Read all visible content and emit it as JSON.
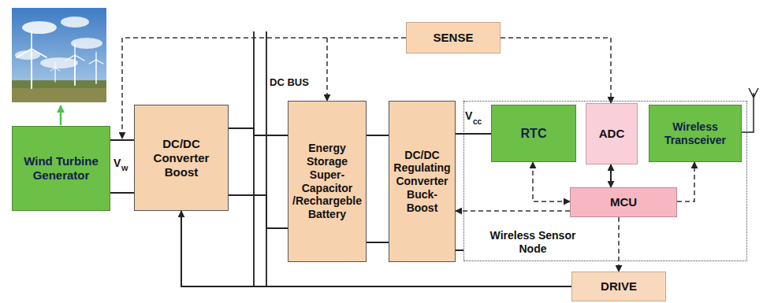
{
  "diagram": {
    "nodes": [
      {
        "text": [
          "SENSE"
        ]
      },
      {
        "text": [
          "Wind Turbine Generator"
        ]
      },
      {
        "text": [
          "DC/DC Converter Boost"
        ]
      },
      {
        "text": [
          "Energy Storage Super-Capacitor /Rechargeble Battery"
        ]
      },
      {
        "text": [
          "DC/DC Regulating Converter Buck-Boost"
        ]
      },
      {
        "text": [
          "Wireless Sensor Node"
        ]
      },
      {
        "text": [
          "RTC"
        ],
        "in": 5
      },
      {
        "text": [
          "ADC"
        ],
        "in": 5
      },
      {
        "text": [
          "Wireless Transceiver"
        ],
        "in": 5
      },
      {
        "text": [
          "MCU"
        ],
        "in": 5
      },
      {
        "text": [
          "DRIVE"
        ]
      }
    ],
    "edges": [
      {
        "from": 1,
        "to": 2,
        "arrow": "none"
      },
      {
        "from": 1,
        "to": 2,
        "arrow": "none"
      },
      {
        "from": 2,
        "to": 3,
        "arrow": "none"
      },
      {
        "from": 2,
        "to": 3,
        "arrow": "none"
      },
      {
        "from": 3,
        "to": 4,
        "arrow": "none"
      },
      {
        "from": 3,
        "to": 4,
        "arrow": "none"
      },
      {
        "from": 4,
        "to": 6,
        "arrow": "none"
      },
      {
        "from": 4,
        "to": 5,
        "arrow": "none"
      },
      {
        "from": 0,
        "to": 3,
        "arrow": "to"
      },
      {
        "from": 0,
        "to": 7,
        "arrow": "to"
      },
      {
        "from": 7,
        "to": 9,
        "arrow": "both"
      },
      {
        "from": 9,
        "to": 6,
        "arrow": "both"
      },
      {
        "from": 9,
        "to": 8,
        "arrow": "to"
      },
      {
        "from": 9,
        "to": 4,
        "arrow": "to"
      },
      {
        "from": 9,
        "to": 10,
        "arrow": "to"
      },
      {
        "from": 10,
        "to": 2,
        "arrow": "to"
      }
    ],
    "labels": [
      "DC BUS",
      "V",
      "W",
      "V",
      "cc"
    ]
  }
}
